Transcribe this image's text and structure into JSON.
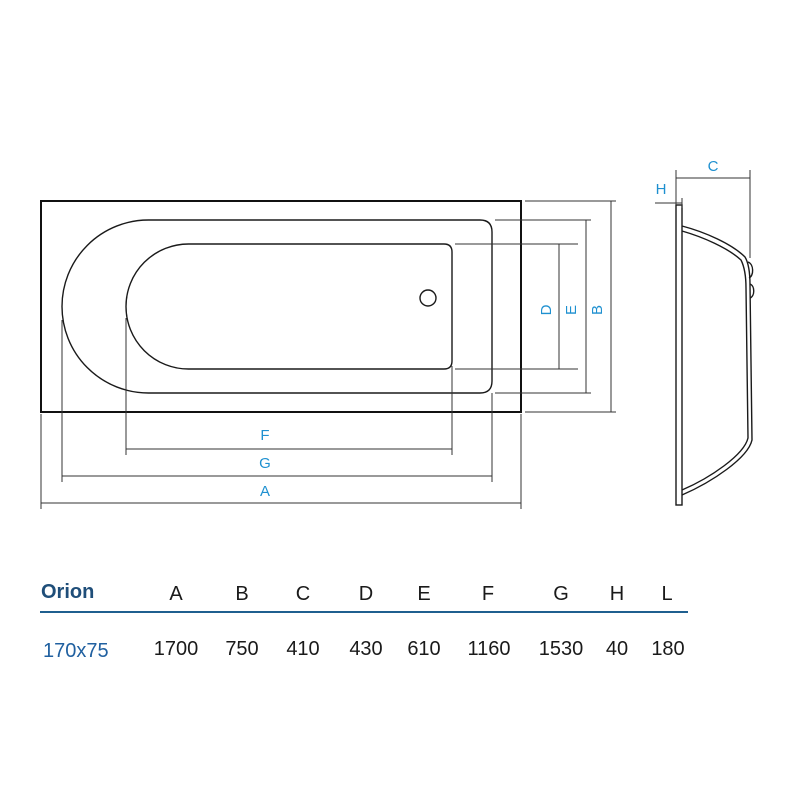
{
  "dimension_labels": {
    "A": "A",
    "B": "B",
    "C": "C",
    "D": "D",
    "E": "E",
    "F": "F",
    "G": "G",
    "H": "H"
  },
  "table": {
    "model": "Orion",
    "columns": [
      "A",
      "B",
      "C",
      "D",
      "E",
      "F",
      "G",
      "H",
      "L"
    ],
    "rows": [
      {
        "size": "170x75",
        "values": [
          "1700",
          "750",
          "410",
          "430",
          "610",
          "1160",
          "1530",
          "40",
          "180"
        ]
      }
    ]
  },
  "colors": {
    "dimension_label": "#1e90d0",
    "model_text": "#1f4e79",
    "rule": "#1f5f8f"
  }
}
